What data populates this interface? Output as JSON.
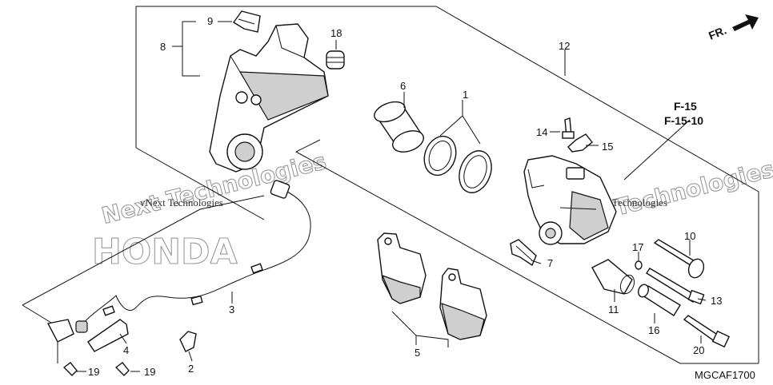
{
  "diagram_code": "MGCAF1700",
  "front_arrow_label": "FR.",
  "reference_labels": [
    "F-15",
    "F-15-10"
  ],
  "watermark": {
    "brand": "HONDA",
    "company": "Next Technologies",
    "company_full": "vNext Technologies"
  },
  "callouts": [
    "1",
    "2",
    "3",
    "4",
    "5",
    "6",
    "7",
    "8",
    "9",
    "10",
    "11",
    "12",
    "13",
    "14",
    "15",
    "16",
    "17",
    "18",
    "19",
    "19",
    "20"
  ]
}
